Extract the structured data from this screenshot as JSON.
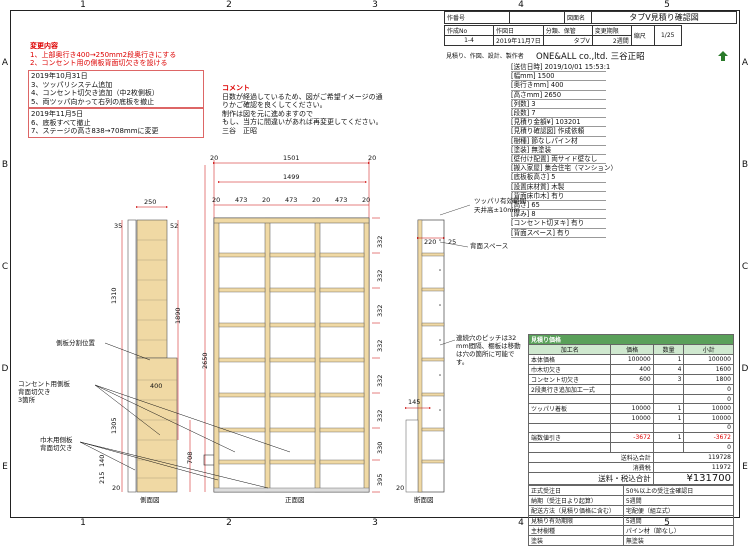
{
  "grid": {
    "columns": [
      "1",
      "2",
      "3",
      "4",
      "5"
    ],
    "rows": [
      "A",
      "B",
      "C",
      "D",
      "E"
    ]
  },
  "title_block": {
    "doc_no_label": "作番号",
    "doc_no_value": "",
    "drawing_name_label": "図面名",
    "drawing_name": "タブV見積り確認図",
    "sheet_label": "作成No",
    "sheet_value": "1-4",
    "date_label": "作図日",
    "date_value": "2019年11月7日",
    "item_label": "分類、保管",
    "item_value": "タブV",
    "change_label": "変更期限",
    "change_value": "2週間",
    "scale_label": "縮尺",
    "scale_value": "1/25",
    "company": "ONE&ALL co.,ltd. 三谷正昭",
    "sub_caption": "見積り、作図、設計、製作者"
  },
  "changes": {
    "heading": "変更内容",
    "items": [
      "1、上部奥行き400→250mm2段奥行きにする",
      "2、コンセント用の側板背面切欠きを設ける"
    ],
    "date1": "2019年10月31日",
    "items2": [
      "3、ツッパリシステム追加",
      "4、コンセント切欠き追加（中2枚側板）",
      "5、両ツッパ向かって右列の底板を撤止"
    ],
    "date2": "2019年11月5日",
    "items3": [
      "6、底板すべて撤止",
      "7、ステージの高さ838→708mmに変更"
    ]
  },
  "comment": {
    "heading": "コメント",
    "lines": [
      "日数が経過しているため、図がご希望イメージの通",
      "りかご確認を良くしてください。",
      "制作は図を元に進めますので",
      "もし、当方に間違いがあれば再変更してください。",
      "三谷　正昭"
    ]
  },
  "spec": {
    "lines": [
      "[送信日時] 2019/10/01 15:53:1",
      "[幅mm] 1500",
      "[奥行きmm] 400",
      "[高さmm] 2650",
      "[列数] 3",
      "[段数] 7",
      "[見積り金額¥] 103201",
      "[見積り確認図] 作成依頼",
      "[樹種] 節なしパイン材",
      "[塗装] 無塗装",
      "[壁付け配置] 両サイド壁なし",
      "[搬入家屋] 集合住宅（マンション）",
      "[底板板高さ] 5",
      "[設置床材質] 木製",
      "[背面床巾木] 有り",
      "[高さ] 65",
      "[厚み] 8",
      "[コンセント切ヌキ] 有り",
      "[背面スペース] 有り"
    ]
  },
  "estimate": {
    "heading": "見積り価格",
    "columns": [
      "加工名",
      "価格",
      "数量",
      "小計"
    ],
    "rows": [
      [
        "本体価格",
        "100000",
        "1",
        "100000"
      ],
      [
        "巾木切欠き",
        "400",
        "4",
        "1600"
      ],
      [
        "コンセント切欠き",
        "600",
        "3",
        "1800"
      ],
      [
        "2段奥行き追加加工一式",
        "",
        "",
        "0"
      ],
      [
        "",
        "",
        "",
        "0"
      ],
      [
        "ツッパリ着板",
        "10000",
        "1",
        "10000"
      ],
      [
        "",
        "10000",
        "1",
        "10000"
      ],
      [
        "",
        "",
        "",
        "0"
      ],
      [
        "端数値引き",
        "-3672",
        "1",
        "-3672"
      ],
      [
        "",
        "",
        "",
        "0"
      ]
    ],
    "total_label": "送料込合計",
    "total_value": "119728",
    "tax_label": "消費税",
    "tax_value": "11972",
    "grand_label": "送料・税込合計",
    "grand_value": "¥131700",
    "details": [
      [
        "正式受注日",
        "50%以上の受注金確認日"
      ],
      [
        "納期（受注日より起算）",
        "5週間"
      ],
      [
        "配送方法（見積り価格に含む）",
        "宅配便（組立式）"
      ],
      [
        "見積り有効期限",
        "5週間"
      ],
      [
        "主材樹種",
        "パイン材（節なし）"
      ],
      [
        "塗装",
        "無塗装"
      ]
    ]
  },
  "drawing": {
    "dims_top": [
      "20",
      "1501",
      "20"
    ],
    "dims_inner": [
      "1499"
    ],
    "dims_cols": [
      "20",
      "473",
      "20",
      "473",
      "20",
      "473",
      "20"
    ],
    "dim_side_top": "250",
    "dim_side_35": "35",
    "dim_side_52": "52",
    "dim_side_1310": "1310",
    "dim_side_1890": "1890",
    "dim_side_1305": "1305",
    "dim_side_2650": "2650",
    "dim_side_708": "708",
    "dim_side_400": "400",
    "dim_side_215": "215",
    "dim_side_140": "140",
    "dim_side_20": "20",
    "dim_section_220": "220",
    "dim_section_25": "25",
    "dim_section_145": "145",
    "dim_section_20": "20",
    "dim_right_levels": [
      "332",
      "332",
      "332",
      "332",
      "332",
      "332",
      "330",
      "395"
    ],
    "label_side_view": "側面図",
    "label_front_view": "正面図",
    "label_section_view": "断面図",
    "note_tsuppari": "ツッパリ有効範囲",
    "note_tsuppari2": "天井高±10mm",
    "note_back_space": "背面スペース",
    "note_side_partition": "側板分割位置",
    "note_outlet": "コンセント用側板",
    "note_outlet2": "背面切欠き",
    "note_outlet3": "3箇所",
    "note_baseboard": "巾木用側板",
    "note_baseboard2": "背面切欠き",
    "note_pitch": "連続穴のピッチは32",
    "note_pitch2": "mm間隔、棚板は移動",
    "note_pitch3": "は穴の箇所に可能で",
    "note_pitch4": "す。"
  },
  "colors": {
    "wood": "#f0d9a4",
    "accent_red": "#d00000",
    "estimate_green": "#5aa05a"
  }
}
